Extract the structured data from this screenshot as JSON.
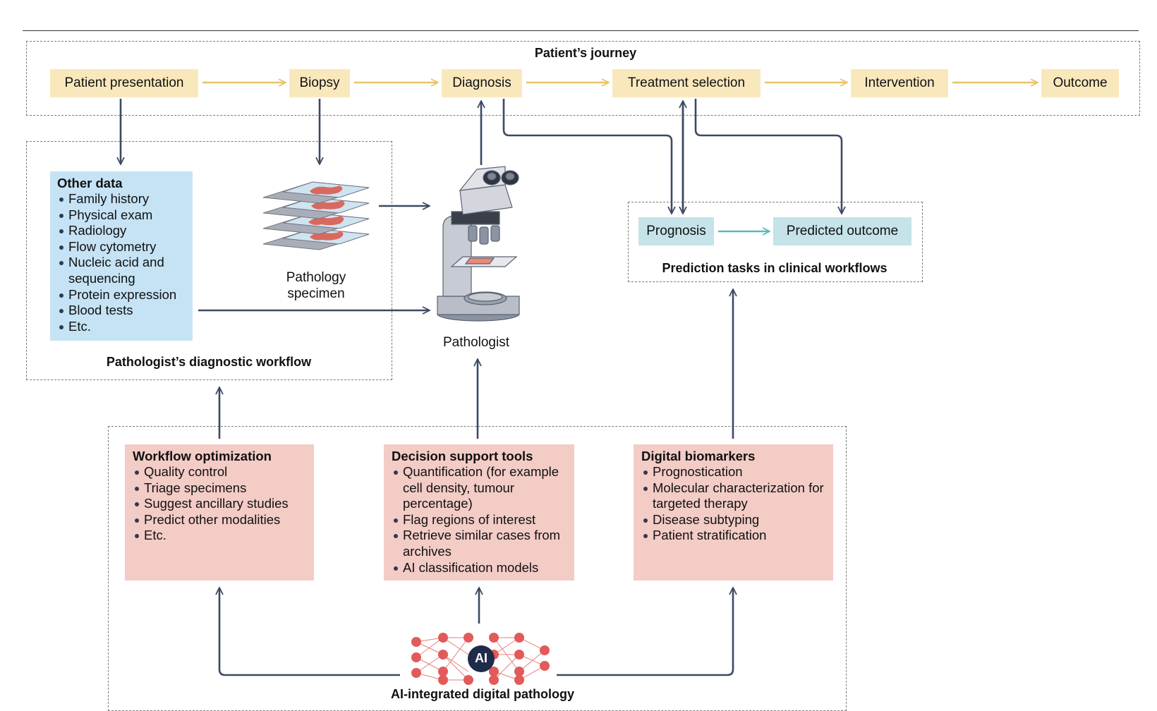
{
  "journey": {
    "title": "Patient’s journey",
    "steps": [
      "Patient presentation",
      "Biopsy",
      "Diagnosis",
      "Treatment selection",
      "Intervention",
      "Outcome"
    ]
  },
  "workflow": {
    "title": "Pathologist’s diagnostic workflow",
    "other_data": {
      "title": "Other data",
      "items": [
        "Family history",
        "Physical exam",
        "Radiology",
        "Flow cytometry",
        "Nucleic acid and sequencing",
        "Protein expression",
        "Blood tests",
        "Etc."
      ]
    },
    "specimen_label": "Pathology specimen"
  },
  "pathologist_label": "Pathologist",
  "prediction": {
    "title": "Prediction tasks in clinical workflows",
    "prognosis": "Prognosis",
    "predicted_outcome": "Predicted outcome"
  },
  "ai": {
    "title": "AI-integrated digital pathology",
    "badge": "AI",
    "workflow_optimization": {
      "title": "Workflow optimization",
      "items": [
        "Quality control",
        "Triage specimens",
        "Suggest ancillary studies",
        "Predict other modalities",
        "Etc."
      ]
    },
    "decision_support": {
      "title": "Decision support tools",
      "items": [
        "Quantification (for example cell density, tumour percentage)",
        "Flag regions of interest",
        "Retrieve similar cases from archives",
        "AI classification models"
      ]
    },
    "digital_biomarkers": {
      "title": "Digital biomarkers",
      "items": [
        "Prognostication",
        "Molecular characterization for targeted therapy",
        "Disease subtyping",
        "Patient stratification"
      ]
    }
  },
  "colors": {
    "journey_fill": "#fae8bd",
    "journey_arrow": "#e8c36a",
    "other_data_fill": "#c5e3f5",
    "prediction_fill": "#c5e3e8",
    "prediction_arrow": "#5fb8b8",
    "ai_box_fill": "#f3ccc6",
    "network_node": "#e25a5a",
    "connector": "#3c4a63"
  },
  "icons": [
    "microscope-icon",
    "slides-icon",
    "neural-network-icon"
  ]
}
